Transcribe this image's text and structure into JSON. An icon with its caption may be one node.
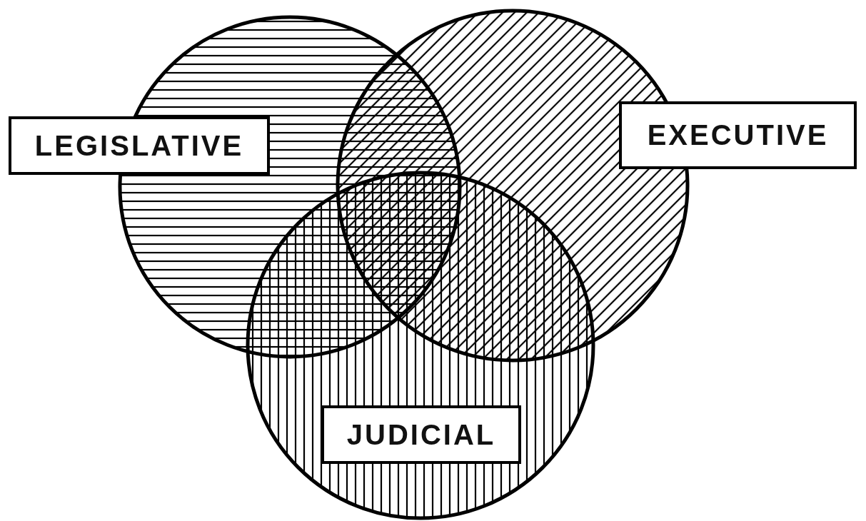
{
  "diagram": {
    "nodes": [
      {
        "text": [
          "LEGISLATIVE"
        ]
      },
      {
        "text": [
          "EXECUTIVE"
        ]
      },
      {
        "text": [
          "JUDICIAL"
        ]
      }
    ]
  }
}
